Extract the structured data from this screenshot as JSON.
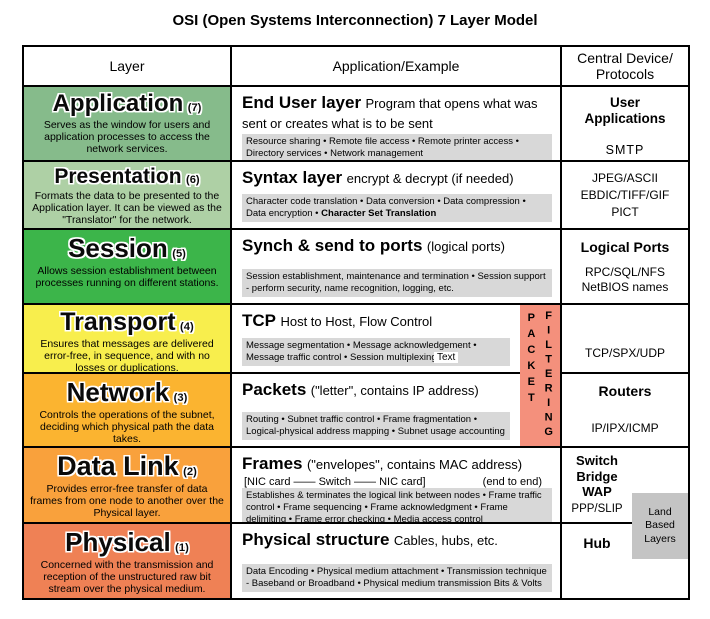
{
  "title": "OSI (Open Systems Interconnection) 7 Layer Model",
  "header": {
    "layer": "Layer",
    "example": "Application/Example",
    "devices_line1": "Central Device/",
    "devices_line2": "Protocols"
  },
  "rows": [
    {
      "layer": "Application",
      "number": "(7)",
      "description": "Serves as the window for users and application processes to access the network services.",
      "color": "#86bb8b",
      "example": {
        "title": "End User layer",
        "note": "Program that opens what was sent or creates what is to be sent",
        "details": "Resource sharing • Remote file access • Remote printer access • Directory services • Network management"
      },
      "devices": [
        "User Applications",
        "SMTP"
      ]
    },
    {
      "layer": "Presentation",
      "number": "(6)",
      "description": "Formats the data to be presented to the Application layer. It can be viewed as the \"Translator\" for the network.",
      "color": "#aed0a5",
      "example": {
        "title": "Syntax layer",
        "note": "encrypt & decrypt (if needed)",
        "details": "Character code translation • Data conversion • Data compression • Data encryption • ",
        "details_bold": "Character Set Translation"
      },
      "devices": [
        "JPEG/ASCII",
        "EBDIC/TIFF/GIF",
        "PICT"
      ]
    },
    {
      "layer": "Session",
      "number": "(5)",
      "description": "Allows session establishment between processes running on different stations.",
      "color": "#3cb54a",
      "example": {
        "title": "Synch & send to ports",
        "note": "(logical ports)",
        "details": "Session establishment, maintenance and termination • Session support - perform security, name recognition, logging, etc."
      },
      "devices": [
        "Logical Ports",
        "RPC/SQL/NFS",
        "NetBIOS names"
      ]
    },
    {
      "layer": "Transport",
      "number": "(4)",
      "description": "Ensures that messages are delivered error-free, in sequence, and with no losses or duplications.",
      "color": "#f8ee4d",
      "example": {
        "title": "TCP",
        "note": "Host to Host, Flow Control",
        "details": "Message segmentation • Message acknowledgement • Message traffic control • Session multiplexing",
        "artifact": "Text"
      },
      "devices": [
        "TCP/SPX/UDP"
      ]
    },
    {
      "layer": "Network",
      "number": "(3)",
      "description": "Controls the operations of the subnet, deciding which physical path the data takes.",
      "color": "#fbb430",
      "example": {
        "title": "Packets",
        "note": "(\"letter\", contains IP address)",
        "details": "Routing • Subnet traffic control • Frame fragmentation • Logical-physical address mapping • Subnet usage accounting"
      },
      "devices": [
        "Routers",
        "IP/IPX/ICMP"
      ]
    },
    {
      "layer": "Data Link",
      "number": "(2)",
      "description": "Provides error-free transfer of data frames from one node to another over the Physical layer.",
      "color": "#f9a13c",
      "example": {
        "title": "Frames",
        "note": "(\"envelopes\", contains MAC address)",
        "line2": "[NIC card —— Switch —— NIC card]",
        "line2_note": "(end to end)",
        "details": "Establishes & terminates the logical link between nodes • Frame traffic control • Frame sequencing • Frame acknowledgment • Frame delimiting • Frame error checking • Media access control"
      },
      "devices": [
        "Switch",
        "Bridge",
        "WAP",
        "PPP/SLIP"
      ]
    },
    {
      "layer": "Physical",
      "number": "(1)",
      "description": "Concerned with the transmission and reception of the unstructured raw bit stream over the physical medium.",
      "color": "#ef8155",
      "example": {
        "title": "Physical structure",
        "note": "Cables, hubs, etc.",
        "details": "Data Encoding • Physical medium attachment • Transmission technique - Baseband or Broadband • Physical medium transmission Bits & Volts"
      },
      "devices": [
        "Hub"
      ]
    }
  ],
  "overlays": {
    "packet": "PACKET",
    "filtering": "FILTERING",
    "land_based": [
      "Land",
      "Based",
      "Layers"
    ],
    "packet_filtering_bg": "#f4907c",
    "land_based_bg": "#c4c4c4"
  },
  "colors": {
    "detail_box_bg": "#d8d8d8",
    "border": "#000000"
  }
}
